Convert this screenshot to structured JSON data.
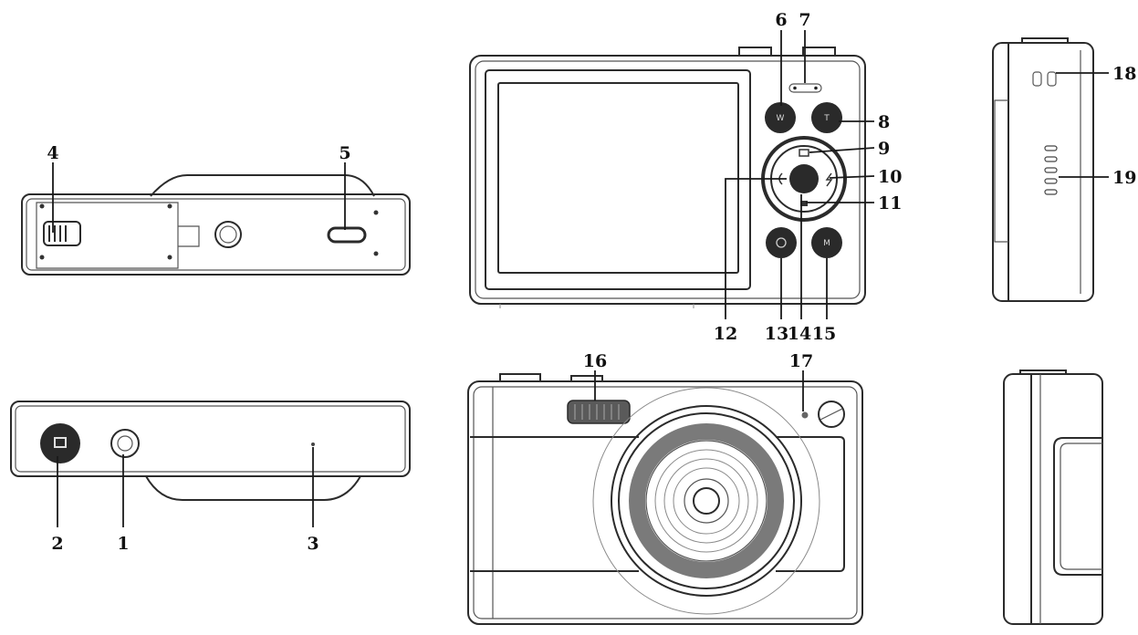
{
  "callouts": {
    "c1": "1",
    "c2": "2",
    "c3": "3",
    "c4": "4",
    "c5": "5",
    "c6": "6",
    "c7": "7",
    "c8": "8",
    "c9": "9",
    "c10": "10",
    "c11": "11",
    "c12": "12",
    "c13": "13",
    "c14": "14",
    "c15": "15",
    "c16": "16",
    "c17": "17",
    "c18": "18",
    "c19": "19"
  },
  "button_glyphs": {
    "w": "W",
    "t": "T",
    "m": "M"
  },
  "colors": {
    "line": "#2b2b2b",
    "button": "#2a2a2a",
    "lens_ring": "#7a7a7a",
    "background": "#ffffff"
  }
}
